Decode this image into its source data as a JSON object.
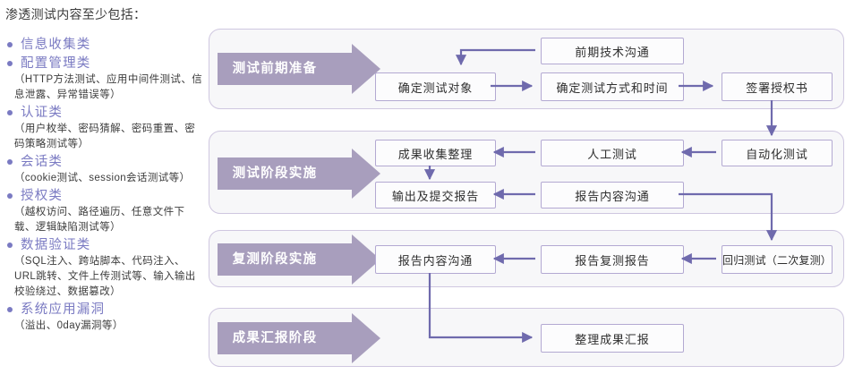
{
  "list": {
    "title": "渗透测试内容至少包括：",
    "items": [
      {
        "heading": "信息收集类",
        "desc": ""
      },
      {
        "heading": "配置管理类",
        "desc": "（HTTP方法测试、应用中间件测试、信息泄露、异常错误等）"
      },
      {
        "heading": "认证类",
        "desc": "（用户枚举、密码猜解、密码重置、密码策略测试等）"
      },
      {
        "heading": "会话类",
        "desc": "（cookie测试、session会话测试等）"
      },
      {
        "heading": "授权类",
        "desc": "（越权访问、路径遍历、任意文件下载、逻辑缺陷测试等）"
      },
      {
        "heading": "数据验证类",
        "desc": "（SQL注入、跨站脚本、代码注入、URL跳转、文件上传测试等、输入输出校验绕过、数据篡改）"
      },
      {
        "heading": "系统应用漏洞",
        "desc": "（溢出、0day漏洞等）"
      }
    ]
  },
  "flow": {
    "stages": [
      {
        "label": "测试前期准备",
        "nodes": [
          {
            "text": "确定测试对象"
          },
          {
            "text": "确定测试方式和时间"
          },
          {
            "text": "签署授权书"
          },
          {
            "text": "前期技术沟通"
          }
        ]
      },
      {
        "label": "测试阶段实施",
        "nodes": [
          {
            "text": "成果收集整理"
          },
          {
            "text": "人工测试"
          },
          {
            "text": "自动化测试"
          },
          {
            "text": "输出及提交报告"
          },
          {
            "text": "报告内容沟通"
          }
        ]
      },
      {
        "label": "复测阶段实施",
        "nodes": [
          {
            "text": "报告内容沟通"
          },
          {
            "text": "报告复测报告"
          },
          {
            "text": "回归测试（二次复测）"
          }
        ]
      },
      {
        "label": "成果汇报阶段",
        "nodes": [
          {
            "text": "整理成果汇报"
          }
        ]
      }
    ]
  },
  "colors": {
    "accent_purple": "#a89ebd",
    "heading_purple": "#7a7ac2",
    "wire_purple": "#6f6aad",
    "node_border": "#b3a9d2",
    "row_bg": "#f7f7f9"
  }
}
